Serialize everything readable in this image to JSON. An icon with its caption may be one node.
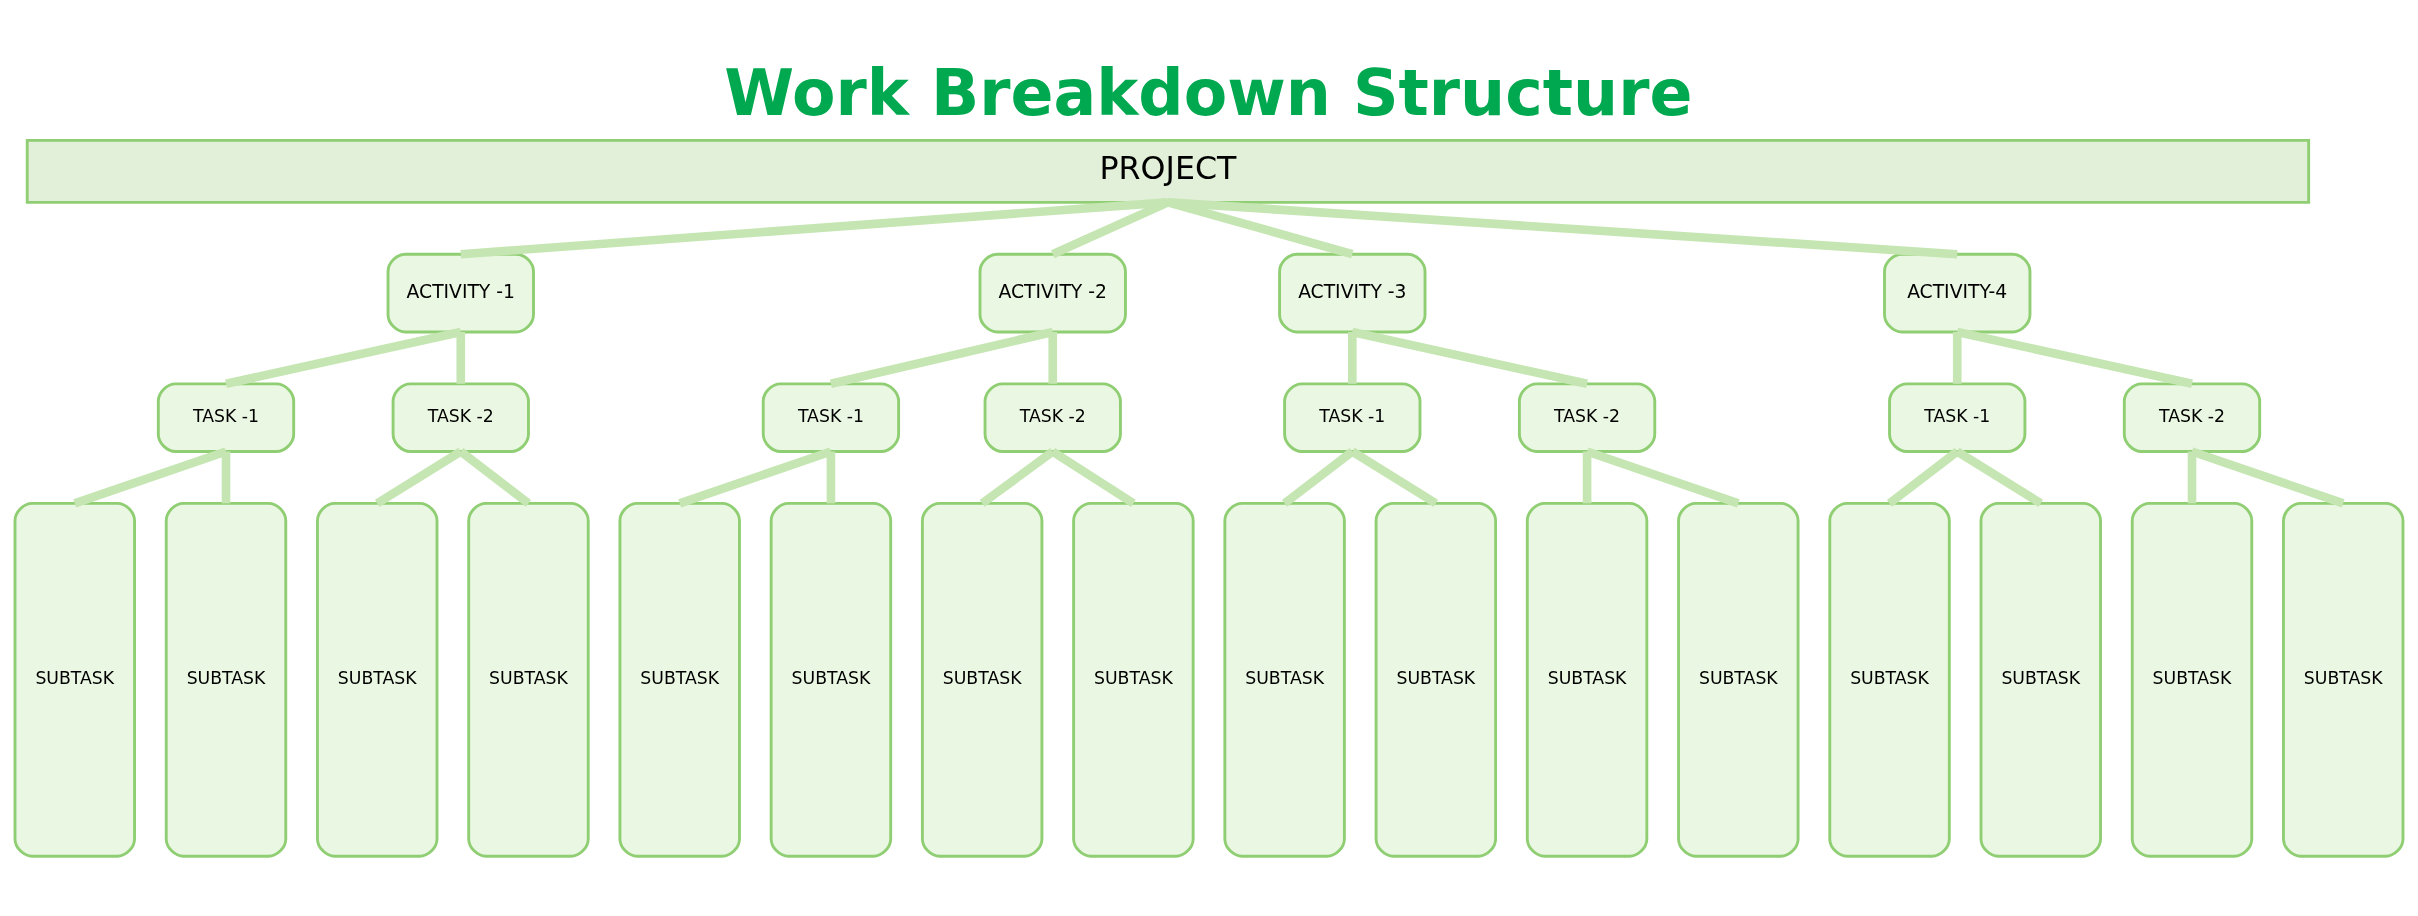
{
  "diagram": {
    "title": "Work Breakdown Structure",
    "nodes": [
      {
        "text": [
          "PROJECT"
        ]
      },
      {
        "text": [
          "ACTIVITY -1"
        ]
      },
      {
        "text": [
          "ACTIVITY -2"
        ]
      },
      {
        "text": [
          "ACTIVITY -3"
        ]
      },
      {
        "text": [
          "ACTIVITY-4"
        ]
      },
      {
        "text": [
          "TASK -1"
        ]
      },
      {
        "text": [
          "TASK -2"
        ]
      },
      {
        "text": [
          "TASK -1"
        ]
      },
      {
        "text": [
          "TASK -2"
        ]
      },
      {
        "text": [
          "TASK -1"
        ]
      },
      {
        "text": [
          "TASK -2"
        ]
      },
      {
        "text": [
          "TASK -1"
        ]
      },
      {
        "text": [
          "TASK -2"
        ]
      },
      {
        "text": [
          "SUBTASK"
        ]
      },
      {
        "text": [
          "SUBTASK"
        ]
      },
      {
        "text": [
          "SUBTASK"
        ]
      },
      {
        "text": [
          "SUBTASK"
        ]
      },
      {
        "text": [
          "SUBTASK"
        ]
      },
      {
        "text": [
          "SUBTASK"
        ]
      },
      {
        "text": [
          "SUBTASK"
        ]
      },
      {
        "text": [
          "SUBTASK"
        ]
      },
      {
        "text": [
          "SUBTASK"
        ]
      },
      {
        "text": [
          "SUBTASK"
        ]
      },
      {
        "text": [
          "SUBTASK"
        ]
      },
      {
        "text": [
          "SUBTASK"
        ]
      },
      {
        "text": [
          "SUBTASK"
        ]
      },
      {
        "text": [
          "SUBTASK"
        ]
      },
      {
        "text": [
          "SUBTASK"
        ]
      },
      {
        "text": [
          "SUBTASK"
        ]
      }
    ],
    "edges": [
      {
        "from": 0,
        "to": 1,
        "arrow": "none"
      },
      {
        "from": 0,
        "to": 2,
        "arrow": "none"
      },
      {
        "from": 0,
        "to": 3,
        "arrow": "none"
      },
      {
        "from": 0,
        "to": 4,
        "arrow": "none"
      },
      {
        "from": 1,
        "to": 5,
        "arrow": "none"
      },
      {
        "from": 1,
        "to": 6,
        "arrow": "none"
      },
      {
        "from": 2,
        "to": 7,
        "arrow": "none"
      },
      {
        "from": 2,
        "to": 8,
        "arrow": "none"
      },
      {
        "from": 3,
        "to": 9,
        "arrow": "none"
      },
      {
        "from": 3,
        "to": 10,
        "arrow": "none"
      },
      {
        "from": 4,
        "to": 11,
        "arrow": "none"
      },
      {
        "from": 4,
        "to": 12,
        "arrow": "none"
      },
      {
        "from": 5,
        "to": 13,
        "arrow": "none"
      },
      {
        "from": 5,
        "to": 14,
        "arrow": "none"
      },
      {
        "from": 6,
        "to": 15,
        "arrow": "none"
      },
      {
        "from": 6,
        "to": 16,
        "arrow": "none"
      },
      {
        "from": 7,
        "to": 17,
        "arrow": "none"
      },
      {
        "from": 7,
        "to": 18,
        "arrow": "none"
      },
      {
        "from": 8,
        "to": 19,
        "arrow": "none"
      },
      {
        "from": 8,
        "to": 20,
        "arrow": "none"
      },
      {
        "from": 9,
        "to": 21,
        "arrow": "none"
      },
      {
        "from": 9,
        "to": 22,
        "arrow": "none"
      },
      {
        "from": 10,
        "to": 23,
        "arrow": "none"
      },
      {
        "from": 10,
        "to": 24,
        "arrow": "none"
      },
      {
        "from": 11,
        "to": 25,
        "arrow": "none"
      },
      {
        "from": 11,
        "to": 26,
        "arrow": "none"
      },
      {
        "from": 12,
        "to": 27,
        "arrow": "none"
      },
      {
        "from": 12,
        "to": 28,
        "arrow": "none"
      }
    ]
  }
}
